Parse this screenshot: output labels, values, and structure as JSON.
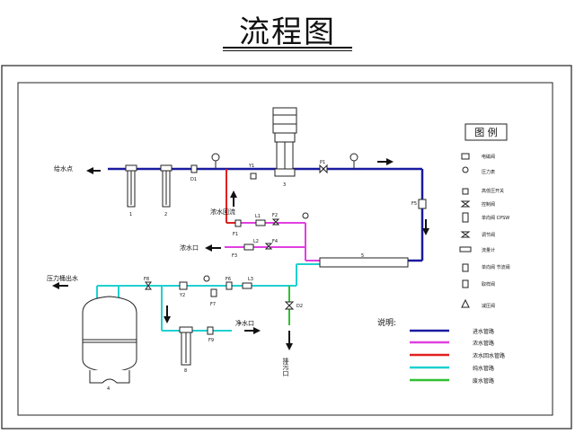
{
  "title": "流程图",
  "labels": {
    "inlet": "给水点",
    "concentrate_return": "浓水回流",
    "concentrate_outlet": "浓水口",
    "pressure_tank_outlet": "压力桶出水",
    "pure_outlet": "净水口",
    "drain_outlet": "排污口"
  },
  "valves": [
    "D1",
    "Y1",
    "F1",
    "P1",
    "L1",
    "F2",
    "F3",
    "L2",
    "F4",
    "F8",
    "Y2",
    "F6",
    "F7",
    "L3",
    "D2",
    "F9",
    "F5"
  ],
  "numbers": [
    "1",
    "2",
    "3",
    "5",
    "8",
    "4"
  ],
  "legend": {
    "title": "图  例",
    "items": [
      "电磁阀",
      "压力表",
      "高低压开关",
      "控制阀",
      "单向阀 CPSW",
      "调节阀",
      "流量计",
      "单向阀 节流阀",
      "取样阀",
      "减压阀"
    ]
  },
  "pipe_legend": {
    "title": "说明:",
    "items": [
      {
        "color": "#1a1aa0",
        "label": "进水管路"
      },
      {
        "color": "#e040e0",
        "label": "浓水管路"
      },
      {
        "color": "#e02020",
        "label": "浓水回水管路"
      },
      {
        "color": "#20d0d0",
        "label": "纯水管路"
      },
      {
        "color": "#30c030",
        "label": "废水管路"
      }
    ]
  }
}
